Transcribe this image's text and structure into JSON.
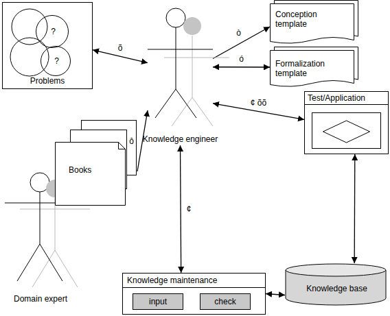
{
  "diagram": {
    "nodes": [
      {
        "text": [
          "Problems"
        ]
      },
      {
        "text": [
          "?"
        ],
        "in": 0
      },
      {
        "text": [
          "?"
        ],
        "in": 0
      },
      {
        "text": [
          "Conception template"
        ]
      },
      {
        "text": [
          "Formalization template"
        ]
      },
      {
        "text": [
          "Knowledge engineer"
        ]
      },
      {
        "text": [
          "Test/Application"
        ]
      },
      {
        "text": [
          "Books"
        ]
      },
      {
        "text": [
          "Domain expert"
        ]
      },
      {
        "text": [
          "Knowledge maintenance"
        ]
      },
      {
        "text": [
          "input"
        ],
        "in": 9
      },
      {
        "text": [
          "check"
        ],
        "in": 9
      },
      {
        "text": [
          "Knowledge base"
        ]
      }
    ],
    "edges": [
      {
        "from": 0,
        "to": 5,
        "label": "õ",
        "arrow": "both"
      },
      {
        "from": 5,
        "to": 3,
        "label": "ò",
        "arrow": "to"
      },
      {
        "from": 5,
        "to": 4,
        "label": "ó",
        "arrow": "both"
      },
      {
        "from": 7,
        "to": 5,
        "label": "ô",
        "arrow": "to"
      },
      {
        "from": 5,
        "to": 6,
        "label": "¢ õõ",
        "arrow": "both"
      },
      {
        "from": 5,
        "to": 9,
        "label": "¢",
        "arrow": "both"
      },
      {
        "from": 9,
        "to": 12,
        "arrow": "both"
      },
      {
        "from": 6,
        "to": 12,
        "arrow": "both"
      }
    ]
  }
}
